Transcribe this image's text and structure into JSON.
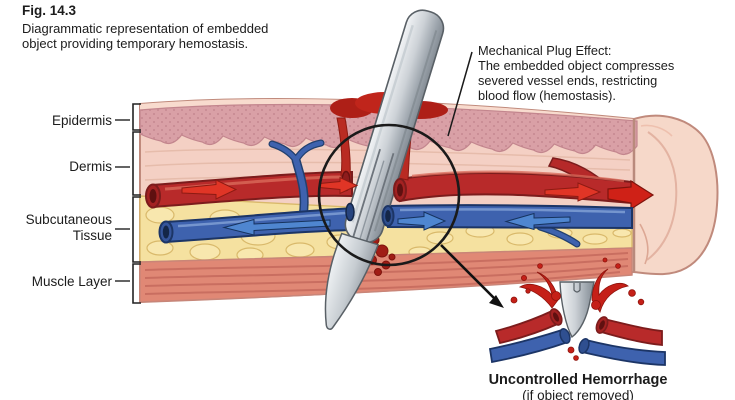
{
  "figure": {
    "label": "Fig. 14.3",
    "caption_lines": [
      "Diagrammatic representation of embedded",
      "object providing temporary hemostasis."
    ]
  },
  "annotation": {
    "lines": [
      "Mechanical Plug Effect:",
      "The embedded object compresses",
      "severed vessel ends, restricting",
      "blood flow (hemostasis)."
    ]
  },
  "layers": {
    "epidermis": "Epidermis",
    "dermis": "Dermis",
    "subcutaneous_line1": "Subcutaneous",
    "subcutaneous_line2": "Tissue",
    "muscle": "Muscle Layer"
  },
  "inset": {
    "title": "Uncontrolled Hemorrhage",
    "subtitle": "(if object removed)"
  },
  "colors": {
    "artery_red": "#b82a2a",
    "artery_arrow_red": "#e03526",
    "vein_blue": "#3e62ae",
    "vein_arrow_blue": "#4f86d0",
    "fat_yellow": "#f5e1a0",
    "muscle_red": "#e08875",
    "dermis_pink": "#f4d0c4",
    "epidermis_band_mauve": "#d9a0a6",
    "skin_pale": "#f6d8c9",
    "scalpel_steel": "#c9ced3",
    "outline_black": "#1a1a1a"
  }
}
